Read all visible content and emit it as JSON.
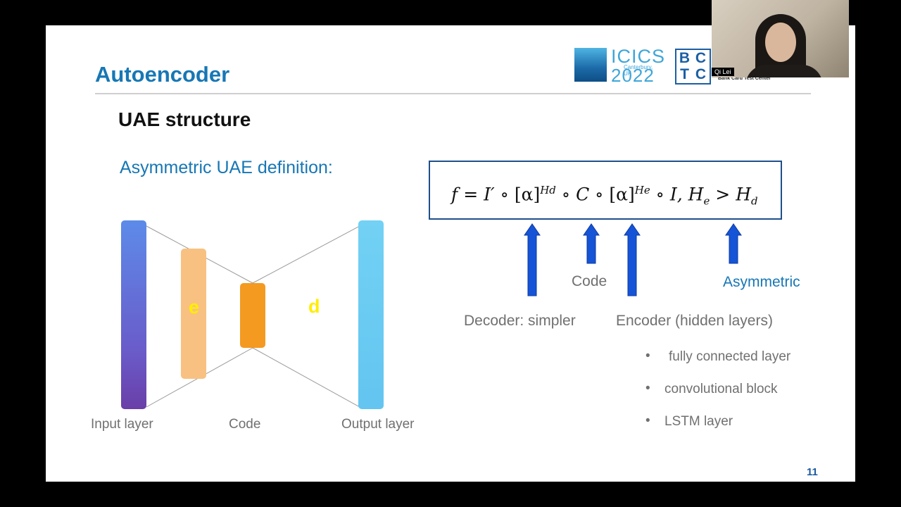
{
  "slide": {
    "title": "Autoencoder",
    "subtitle": "UAE structure",
    "definition_label": "Asymmetric UAE definition:",
    "page_number": "11"
  },
  "logos": {
    "icics_word": "ICICS",
    "icics_location": "Canterbury, UK",
    "icics_year": "2022",
    "bctc_letters": [
      "B",
      "C",
      "T",
      "C"
    ],
    "bctc_caption": "Bank Card Test Center"
  },
  "webcam": {
    "name": "Qi Lei"
  },
  "diagram": {
    "bar_labels": {
      "encoder": "e",
      "decoder": "d"
    },
    "captions": {
      "input": "Input layer",
      "code": "Code",
      "output": "Output layer"
    }
  },
  "formula": {
    "f": "f",
    "eq": " = ",
    "i_prime": "I′",
    "alpha": "[α]",
    "hd_sup": "Hd",
    "c": "C",
    "he_sup": "He",
    "tail_i": "I, ",
    "h": "H",
    "e_sub": "e",
    "gt": " > ",
    "d_sub": "d",
    "op": " ∘ "
  },
  "annotations": {
    "code": "Code",
    "asymmetric": "Asymmetric",
    "decoder": "Decoder: simpler",
    "encoder": "Encoder (hidden layers)"
  },
  "encoder_layers": [
    "fully connected layer",
    "convolutional block",
    "LSTM layer"
  ],
  "colors": {
    "title_blue": "#1777b5",
    "arrow_blue": "#1554d6",
    "frame_blue": "#1f4f8c",
    "code_orange": "#f49a21",
    "encoder_peach": "#f8c181",
    "letter_yellow": "#ffee00"
  }
}
